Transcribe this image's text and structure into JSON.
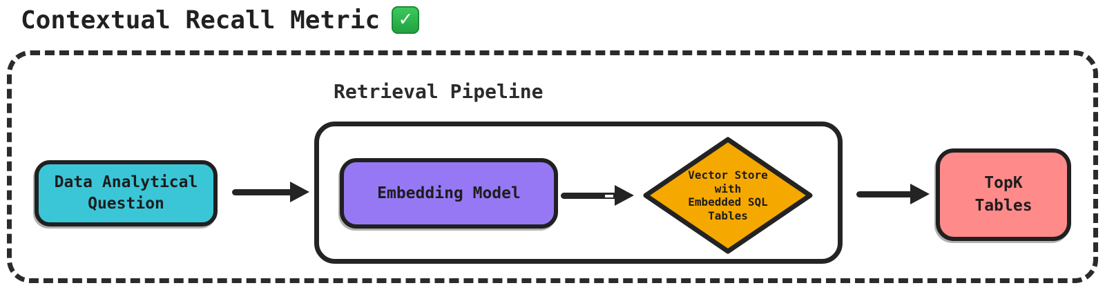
{
  "title": {
    "text": "Contextual Recall Metric",
    "emoji": "white-check-mark",
    "check_glyph": "✓"
  },
  "pipeline": {
    "label": "Retrieval Pipeline"
  },
  "nodes": {
    "question": {
      "label": "Data Analytical\nQuestion",
      "shape": "rounded-rect",
      "color": "#3BC6D8"
    },
    "embedding": {
      "label": "Embedding Model",
      "shape": "rounded-rect",
      "color": "#9678F5"
    },
    "vector_store": {
      "label": "Vector Store\nwith\nEmbedded SQL\nTables",
      "shape": "diamond",
      "color": "#F5A800"
    },
    "topk": {
      "label": "TopK\nTables",
      "shape": "rounded-rect",
      "color": "#FF8A8A"
    }
  },
  "edges": [
    {
      "from": "question",
      "to": "pipeline"
    },
    {
      "from": "embedding",
      "to": "vector_store"
    },
    {
      "from": "pipeline",
      "to": "topk"
    }
  ],
  "colors": {
    "ink": "#242424",
    "background": "#FFFFFF",
    "emoji_green": "#2EAE4E"
  }
}
